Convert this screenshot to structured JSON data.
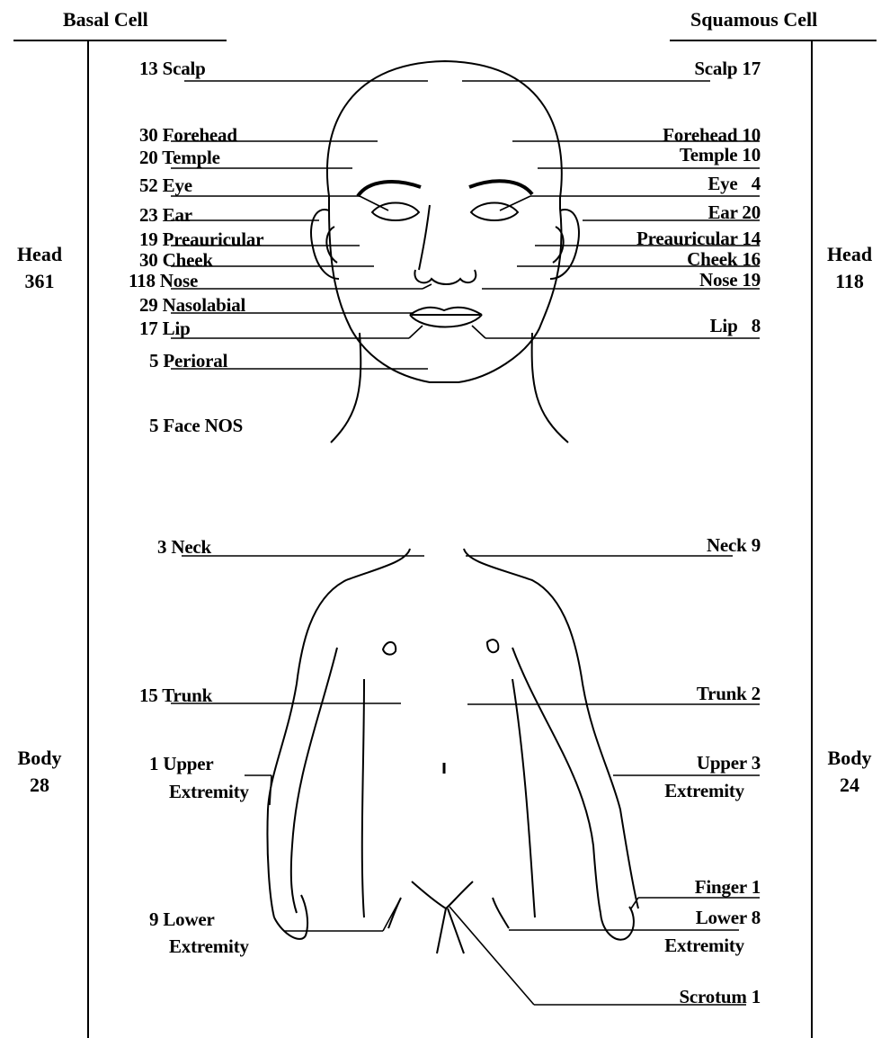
{
  "headers": {
    "left": "Basal Cell",
    "right": "Squamous Cell"
  },
  "totals": {
    "left_head_label": "Head",
    "left_head_value": "361",
    "right_head_label": "Head",
    "right_head_value": "118",
    "left_body_label": "Body",
    "left_body_value": "28",
    "right_body_label": "Body",
    "right_body_value": "24"
  },
  "basal": {
    "scalp": "13 Scalp",
    "forehead": "30 Forehead",
    "temple": "20 Temple",
    "eye": "52 Eye",
    "ear": "23 Ear",
    "preauricular": "19 Preauricular",
    "cheek": "30 Cheek",
    "nose": "118 Nose",
    "nasolabial": "29 Nasolabial",
    "lip": "17 Lip",
    "perioral": "5 Perioral",
    "face_nos": "5 Face NOS",
    "neck": "3 Neck",
    "trunk": "15 Trunk",
    "upper_1": "1 Upper",
    "upper_2": "Extremity",
    "lower_1": "9 Lower",
    "lower_2": "Extremity"
  },
  "squamous": {
    "scalp": "Scalp 17",
    "forehead": "Forehead 10",
    "temple": "Temple 10",
    "eye": "Eye   4",
    "ear": "Ear 20",
    "preauricular": "Preauricular 14",
    "cheek": "Cheek 16",
    "nose": "Nose 19",
    "lip": "Lip   8",
    "neck": "Neck 9",
    "trunk": "Trunk 2",
    "upper_1": "Upper 3",
    "upper_2": "Extremity",
    "finger": "Finger 1",
    "lower_1": "Lower 8",
    "lower_2": "Extremity",
    "scrotum": "Scrotum 1"
  }
}
